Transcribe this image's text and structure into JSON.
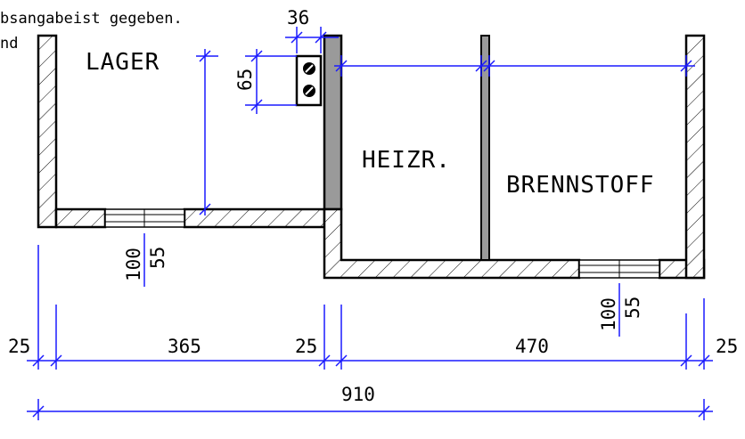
{
  "notes": {
    "line1": "bsangabeist  gegeben.",
    "line2": "nd"
  },
  "rooms": {
    "lager": "LAGER",
    "heizr": "HEIZR.",
    "brennstoff": "BRENNSTOFF"
  },
  "chimney": {
    "width_label": "36",
    "depth_label": "65"
  },
  "windows": {
    "left": {
      "height": "100",
      "parapet": "55"
    },
    "right": {
      "height": "100",
      "parapet": "55"
    }
  },
  "dimensions": {
    "segments": [
      "25",
      "365",
      "25",
      "470",
      "25"
    ],
    "total": "910"
  },
  "colors": {
    "wall_outline": "#000000",
    "dimension_line": "#1a1aff",
    "hatch": "#000000",
    "chimney_fill": "#9a9a9a"
  }
}
